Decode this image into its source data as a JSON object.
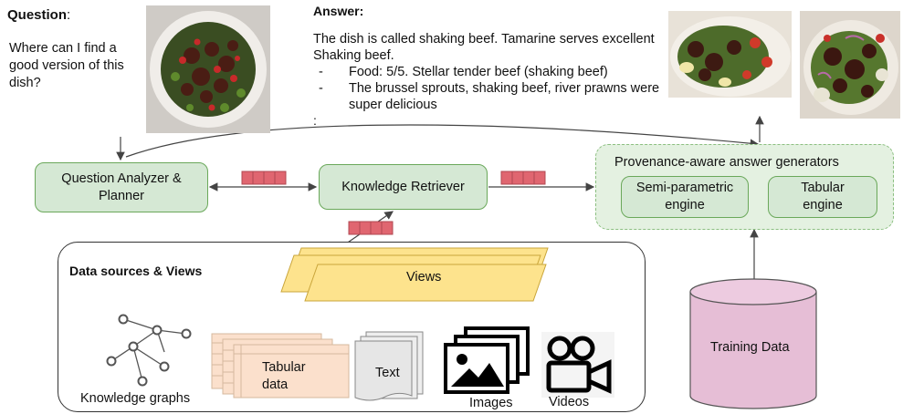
{
  "question": {
    "title": "Question",
    "title_suffix": ":",
    "text": "Where can I find a good version of this dish?"
  },
  "answer": {
    "title": "Answer:",
    "text": "The dish is called shaking beef. Tamarine serves excellent Shaking beef.",
    "bullets": [
      "Food: 5/5. Stellar tender beef (shaking beef)",
      "The brussel sprouts, shaking beef, river prawns were super delicious"
    ],
    "bullet_marker": "-",
    "trailing": ":"
  },
  "components": {
    "planner": "Question Analyzer & Planner",
    "retriever": "Knowledge Retriever",
    "generators_title": "Provenance-aware answer generators",
    "semi_parametric": "Semi-parametric engine",
    "tabular_engine": "Tabular engine"
  },
  "data_sources": {
    "title": "Data sources & Views",
    "views": "Views",
    "knowledge_graphs": "Knowledge graphs",
    "tabular_data": "Tabular data",
    "text": "Text",
    "images": "Images",
    "videos": "Videos"
  },
  "training": {
    "label": "Training Data"
  },
  "colors": {
    "green_fill": "#d5e8d4",
    "green_stroke": "#6aa85a",
    "token_fill": "#e06670",
    "views_fill": "#fde38d",
    "tabular_fill": "#fbe0cc",
    "training_fill": "#e6bed6"
  }
}
